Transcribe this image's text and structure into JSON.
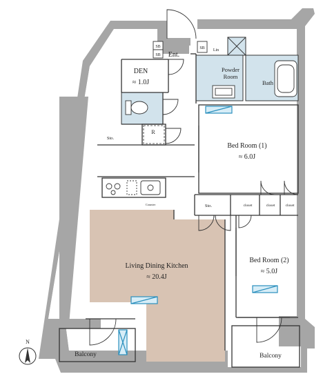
{
  "rooms": {
    "entrance": "Ent.",
    "den_name": "DEN",
    "den_size": "≈ 1.0J",
    "powder_name": "Powder",
    "powder_name2": "Room",
    "bath": "Bath",
    "bed1_name": "Bed Room (1)",
    "bed1_size": "≈ 6.0J",
    "bed2_name": "Bed Room (2)",
    "bed2_size": "≈ 5.0J",
    "ldk_name": "Living Dining Kitchen",
    "ldk_size": "≈ 20.4J",
    "balcony_left": "Balcony",
    "balcony_right": "Balcony"
  },
  "small_labels": {
    "sb1": "SB",
    "sb2": "SB",
    "sb3": "SB",
    "lin": "Lin",
    "refrigerator": "R",
    "storage_left": "Sto.",
    "storage_mid": "Sto.",
    "closet1": "closet",
    "closet2": "closet",
    "closet3": "closet",
    "counter": "Counter"
  },
  "compass": {
    "north": "N"
  },
  "colors": {
    "wall": "#a6a6a6",
    "ldk_floor": "#d8c3b3",
    "wet_area": "#d2e3ec",
    "line": "#333333",
    "window_mark": "#2a8fbd"
  }
}
